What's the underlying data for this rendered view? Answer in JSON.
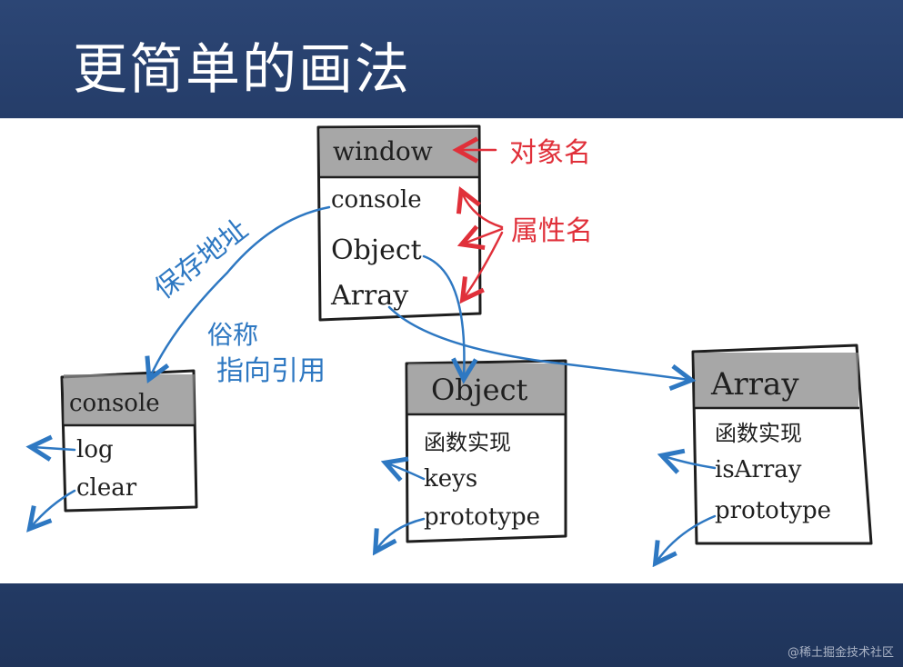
{
  "slide": {
    "title": "更简单的画法",
    "watermark": "@稀土掘金技术社区"
  },
  "diagram": {
    "window_box": {
      "header": "window",
      "props": [
        "console",
        "Object",
        "Array"
      ]
    },
    "console_box": {
      "header": "console",
      "props": [
        "log",
        "clear"
      ]
    },
    "object_box": {
      "header": "Object",
      "note": "函数实现",
      "props": [
        "keys",
        "prototype"
      ]
    },
    "array_box": {
      "header": "Array",
      "note": "函数实现",
      "props": [
        "isArray",
        "prototype"
      ]
    },
    "annotations": {
      "object_name": "对象名",
      "property_name": "属性名",
      "save_address": "保存地址",
      "also_called": "俗称",
      "points_to_reference": "指向引用"
    }
  },
  "colors": {
    "header_bg": "#2c4675",
    "footer_bg": "#233a64",
    "red_ink": "#e0303a",
    "blue_ink": "#2e78c2",
    "black_ink": "#1e1e1e"
  }
}
